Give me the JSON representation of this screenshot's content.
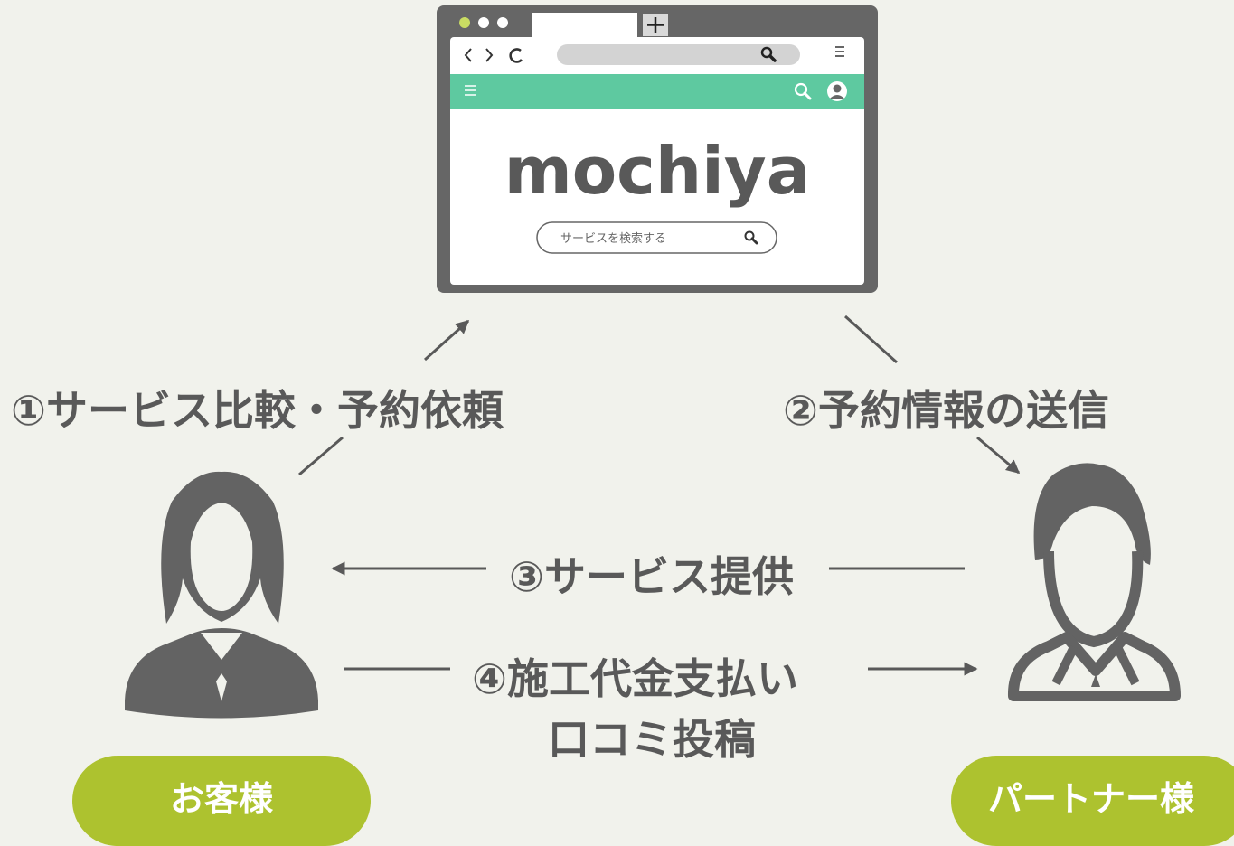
{
  "browser": {
    "logo": "mochiya",
    "search_placeholder": "サービスを検索する",
    "colors": {
      "frame": "#666666",
      "header_bar": "#5ec9a0",
      "screen": "#ffffff"
    }
  },
  "steps": {
    "step1": "①サービス比較・予約依頼",
    "step2": "②予約情報の送信",
    "step3": "③サービス提供",
    "step4_line1": "④施工代金支払い",
    "step4_line2": "口コミ投稿"
  },
  "actors": {
    "customer": "お客様",
    "partner": "パートナー様"
  },
  "icons": {
    "customer": "businesswoman-icon",
    "partner": "businessman-icon",
    "browser": "web-browser-icon"
  },
  "colors": {
    "background": "#f1f2ec",
    "text": "#595959",
    "pill": "#adc22f",
    "icon": "#636363"
  }
}
